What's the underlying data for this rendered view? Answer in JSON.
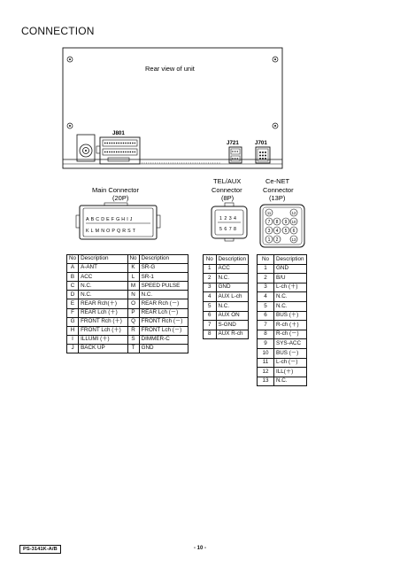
{
  "page": {
    "title": "CONNECTION",
    "footer_code": "PS-3141K-A/B",
    "page_number": "- 10 -"
  },
  "rear_view": {
    "caption": "Rear view of unit",
    "labels": [
      "J801",
      "J721",
      "J701"
    ]
  },
  "connectors": {
    "main": {
      "name": "Main  Connector",
      "pins": "(20P)",
      "top_letters": [
        "A",
        "B",
        "C",
        "D",
        "E",
        "F",
        "G",
        "H",
        "I",
        "J"
      ],
      "bottom_letters": [
        "K",
        "L",
        "M",
        "N",
        "O",
        "P",
        "Q",
        "R",
        "S",
        "T"
      ]
    },
    "tel_aux": {
      "name1": "TEL/AUX",
      "name2": "Connector",
      "pins": "(8P)",
      "top_pins": [
        "1",
        "2",
        "3",
        "4"
      ],
      "bottom_pins": [
        "5",
        "6",
        "7",
        "8"
      ]
    },
    "ce_net": {
      "name1": "Ce-NET",
      "name2": "Connector",
      "pins": "(13P)",
      "rows": [
        [
          "11",
          "12"
        ],
        [
          "7",
          "8",
          "9",
          "10"
        ],
        [
          "3",
          "4",
          "5",
          "6"
        ],
        [
          "1",
          "2",
          "13"
        ]
      ]
    }
  },
  "tables": {
    "main": {
      "headers": [
        "No",
        "Description",
        "No",
        "Description"
      ],
      "rows": [
        [
          "A",
          "A-ANT",
          "K",
          "SR-G"
        ],
        [
          "B",
          "ACC",
          "L",
          "SR-1"
        ],
        [
          "C",
          "N.C.",
          "M",
          "SPEED PULSE"
        ],
        [
          "D",
          "N.C.",
          "N",
          "N.C."
        ],
        [
          "E",
          "REAR Rch(＋)",
          "O",
          "REAR Rch (－)"
        ],
        [
          "F",
          "REAR Lch (＋)",
          "P",
          "REAR Lch (－)"
        ],
        [
          "G",
          "FRONT Rch (＋)",
          "Q",
          "FRONT Rch (－)"
        ],
        [
          "H",
          "FRONT Lch (＋)",
          "R",
          "FRONT Lch (－)"
        ],
        [
          "I",
          "ILLUMI (＋)",
          "S",
          "DIMMER-C"
        ],
        [
          "J",
          "BACK UP",
          "T",
          "GND"
        ]
      ]
    },
    "tel_aux": {
      "headers": [
        "No",
        "Description"
      ],
      "rows": [
        [
          "1",
          "ACC"
        ],
        [
          "2",
          "N.C."
        ],
        [
          "3",
          "GND"
        ],
        [
          "4",
          "AUX L-ch"
        ],
        [
          "5",
          "N.C."
        ],
        [
          "6",
          "AUX ON"
        ],
        [
          "7",
          "S-GND"
        ],
        [
          "8",
          "AUX R-ch"
        ]
      ]
    },
    "ce_net": {
      "headers": [
        "No",
        "Description"
      ],
      "rows": [
        [
          "1",
          "GND"
        ],
        [
          "2",
          "B/U"
        ],
        [
          "3",
          "L-ch (＋)"
        ],
        [
          "4",
          "N.C."
        ],
        [
          "5",
          "N.C."
        ],
        [
          "6",
          "BUS (＋)"
        ],
        [
          "7",
          "R-ch (＋)"
        ],
        [
          "8",
          "R-ch (－)"
        ],
        [
          "9",
          "SYS-ACC"
        ],
        [
          "10",
          "BUS (－)"
        ],
        [
          "11",
          "L-ch (－)"
        ],
        [
          "12",
          "ILL(＋)"
        ],
        [
          "13",
          "N.C."
        ]
      ]
    }
  }
}
